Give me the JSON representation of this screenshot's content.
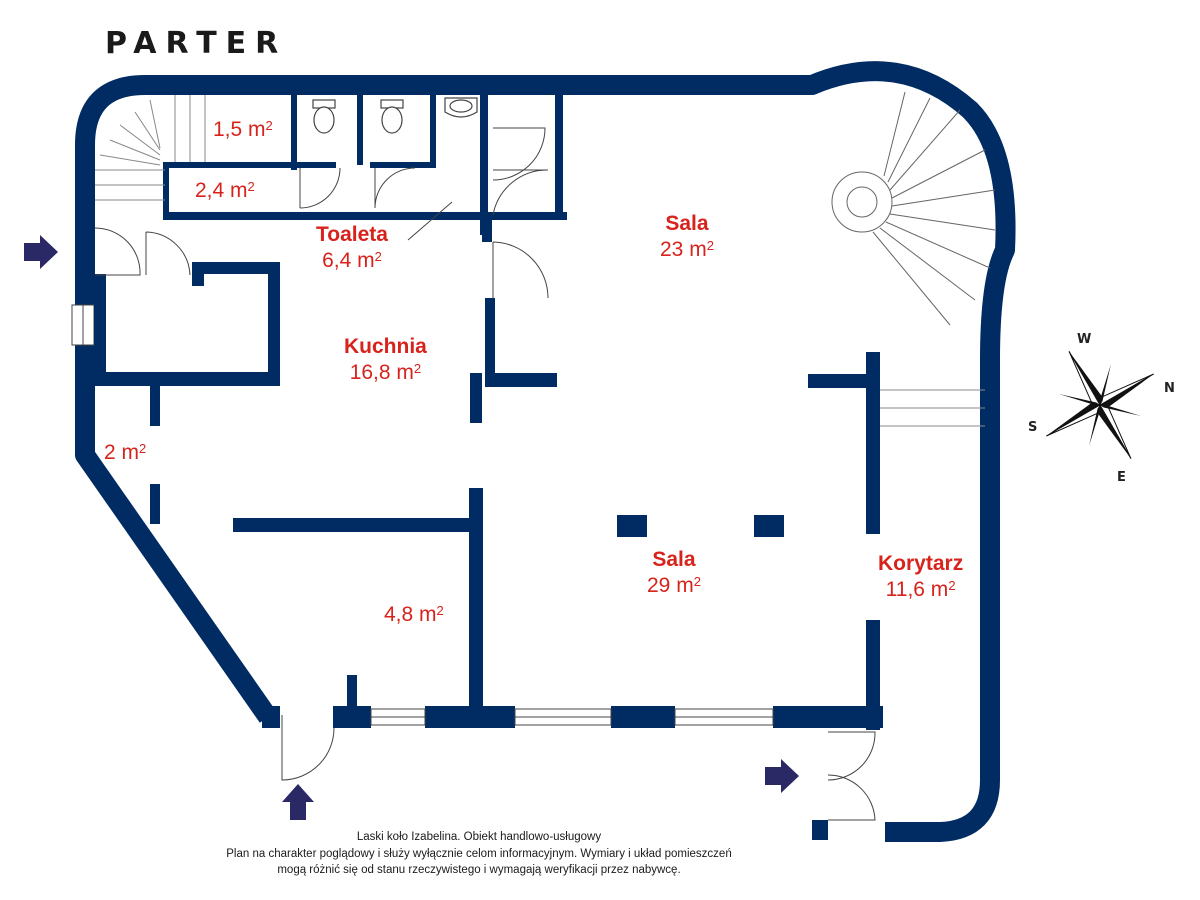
{
  "title": "PARTER",
  "rooms": {
    "stair_storage": {
      "area": "1,5 m",
      "sup": "2"
    },
    "small_room": {
      "area": "2,4 m",
      "sup": "2"
    },
    "toaleta": {
      "name": "Toaleta",
      "area": "6,4 m",
      "sup": "2"
    },
    "sala_top": {
      "name": "Sala",
      "area": "23 m",
      "sup": "2"
    },
    "kuchnia": {
      "name": "Kuchnia",
      "area": "16,8 m",
      "sup": "2"
    },
    "left_room": {
      "area": "2 m",
      "sup": "2"
    },
    "bottom_room": {
      "area": "4,8 m",
      "sup": "2"
    },
    "sala_bottom": {
      "name": "Sala",
      "area": "29 m",
      "sup": "2"
    },
    "korytarz": {
      "name": "Korytarz",
      "area": "11,6 m",
      "sup": "2"
    }
  },
  "compass": {
    "n": "N",
    "s": "S",
    "e": "E",
    "w": "W"
  },
  "footer": {
    "line1": "Laski koło Izabelina. Obiekt handlowo-usługowy",
    "line2": "Plan na charakter poglądowy i służy wyłącznie celom informacyjnym.  Wymiary i układ pomieszczeń",
    "line3": "mogą różnić się od stanu rzeczywistego i wymagają weryfikacji przez nabywcę."
  },
  "colors": {
    "wall": "#002b63",
    "label": "#d8231c",
    "arrow": "#2a2966",
    "thin_line": "#444444"
  }
}
